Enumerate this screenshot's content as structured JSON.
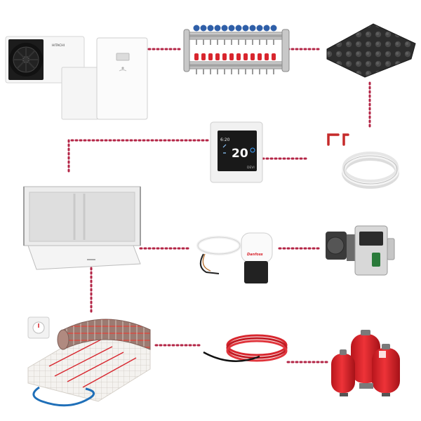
{
  "products": {
    "heat_pump": {
      "brand": "HITACHI"
    },
    "thermostat": {
      "time": "6:20",
      "temperature": "20",
      "brand": "DEVI"
    },
    "actuator": {
      "brand": "Danfoss"
    }
  },
  "colors": {
    "connector": "#b32445",
    "accent_red": "#d8262e",
    "blue_port": "#2f5fa8",
    "dark": "#2a2a2a"
  }
}
